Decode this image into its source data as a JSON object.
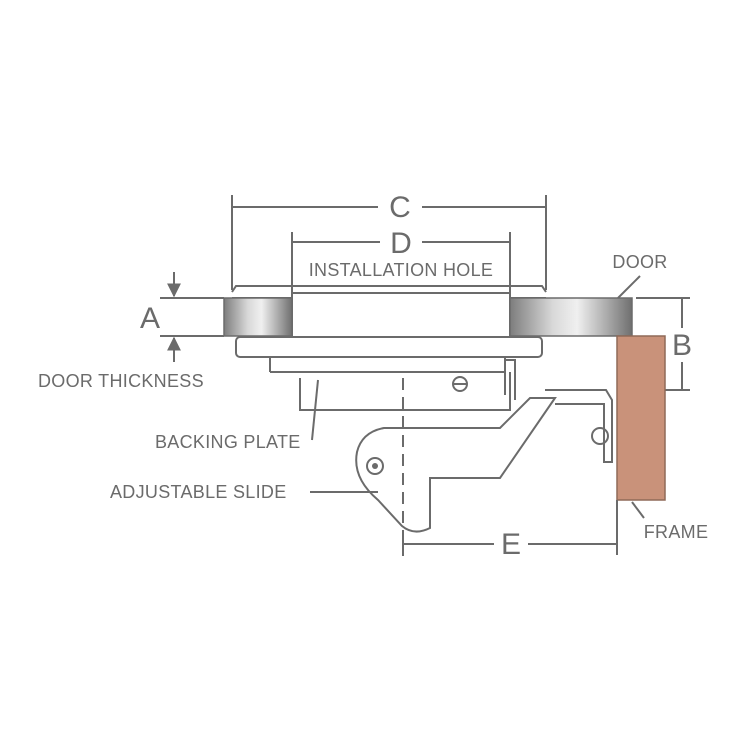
{
  "labels": {
    "c": "C",
    "d": "D",
    "installation_hole": "INSTALLATION HOLE",
    "door": "DOOR",
    "a": "A",
    "b": "B",
    "door_thickness": "DOOR THICKNESS",
    "backing_plate": "BACKING PLATE",
    "adjustable_slide": "ADJUSTABLE SLIDE",
    "e": "E",
    "frame": "FRAME"
  },
  "colors": {
    "line": "#6b6b6b",
    "frame_fill": "#c9927a",
    "door_metal_dark": "#8a8a8a",
    "door_metal_light": "#e8e8e8"
  }
}
